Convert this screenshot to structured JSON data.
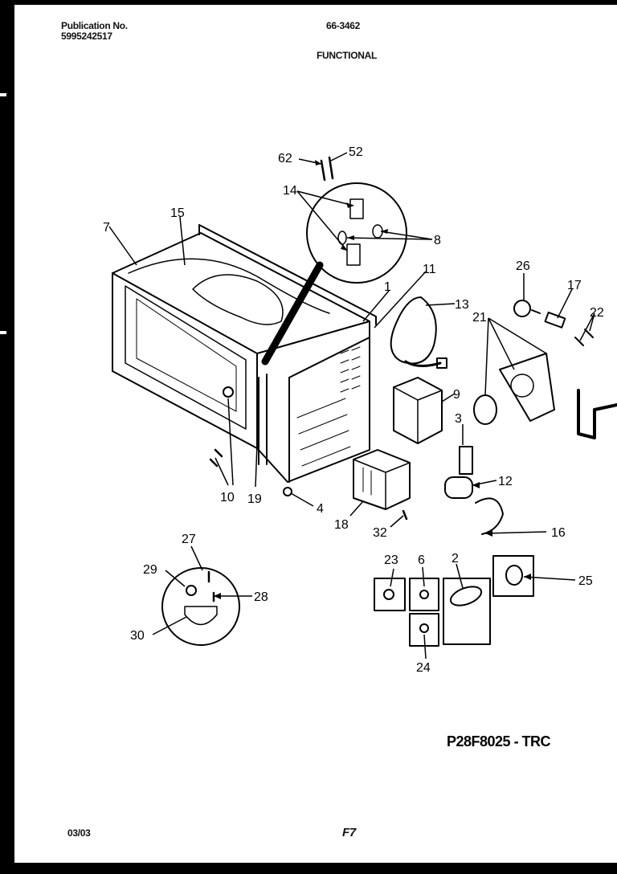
{
  "header": {
    "publication_label": "Publication No.",
    "publication_number": "5995242517",
    "code": "66-3462",
    "section": "FUNCTIONAL"
  },
  "model": "P28F8025 - TRC",
  "footer": {
    "date": "03/03",
    "page": "F7"
  },
  "part_labels": [
    "62",
    "52",
    "14",
    "8",
    "15",
    "7",
    "1",
    "11",
    "13",
    "26",
    "17",
    "21",
    "22",
    "9",
    "3",
    "12",
    "10",
    "19",
    "4",
    "18",
    "32",
    "16",
    "27",
    "29",
    "28",
    "30",
    "23",
    "6",
    "2",
    "25",
    "24"
  ]
}
